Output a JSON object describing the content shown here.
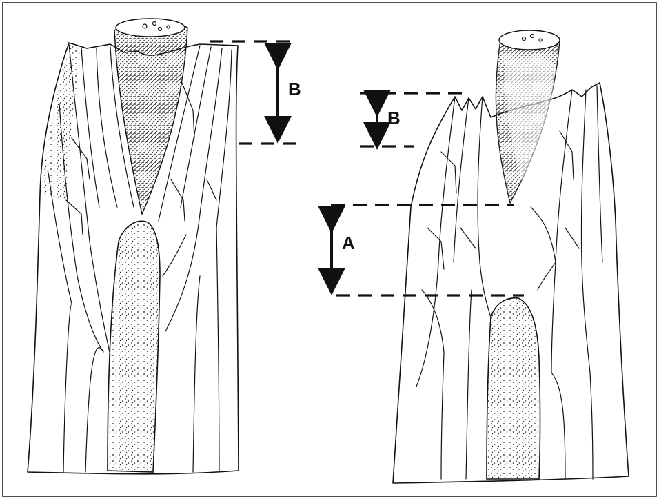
{
  "figure": {
    "left_panel": {
      "measure_labels": {
        "b": "B"
      }
    },
    "right_panel": {
      "measure_labels": {
        "a": "A",
        "b": "B"
      }
    },
    "colors": {
      "ink": "#111111",
      "frame": "#222222",
      "background": "#ffffff"
    }
  }
}
